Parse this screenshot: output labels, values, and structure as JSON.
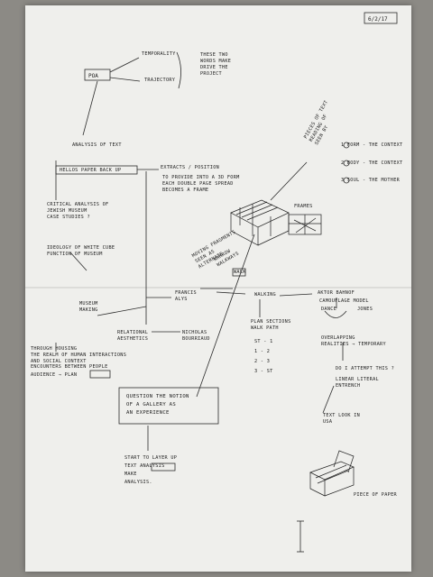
{
  "date": "6/2/17",
  "poa": "POA",
  "temporality": "TEMPORALITY",
  "trajectory": "TRAJECTORY",
  "these_two_note": "THESE TWO\nWORDS MAKE\nDRIVE THE\nPROJECT",
  "analysis_of_text": "ANALYSIS OF TEXT",
  "hellos_paper": "HELLOS PAPER BACK UP",
  "extracts_position": "EXTRACTS / POSITION",
  "to_provide": "TO PROVIDE INTO A 3D FORM\nEACH DOUBLE PAGE SPREAD\nBECOMES A FRAME",
  "critical_analysis": "CRITICAL ANALYSIS OF\nJEWISH MUSEUM\nCASE STUDIES ?",
  "ideology": "IDEOLOGY OF WHITE CUBE\nFUNCTION OF MUSEUM",
  "museum_making": "MUSEUM\nMAKING",
  "pieces_of_text": "PIECES OF TEXT\nREADING OF\nSEEN BY",
  "list_1": "1  FORM - THE CONTEXT",
  "list_2": "2  BODY - THE CONTEXT",
  "list_3": "3  SOUL - THE MOTHER",
  "frames": "FRAMES",
  "moving_fragments": "MOVING FRAGMENTS\nSEEN AS\nALTERNATE",
  "narrow_walk": "NARROW\nWALKWAYS",
  "francis_alys": "FRANCIS\nALYS",
  "walk": "WALK",
  "walking": "WALKING",
  "aktor_bahnof": "AKTOR BAHNOF",
  "camouflage_model": "CAMOUFLAGE MODEL",
  "jones": "JONES",
  "dance": "DANCE",
  "plan_sections": "PLAN SECTIONS\nWALK PATH",
  "st_rows": "ST  -  1\n1  -  2\n2  -  3\n3  -  ST",
  "overlapping": "OVERLAPPING\nREALITIES → TEMPORARY",
  "do_i_attempt": "DO I ATTEMPT THIS ?",
  "linear_literal": "LINEAR   LITERAL\n           ENTRENCH",
  "text_look": "TEXT LOOK IN\nUSA",
  "relational": "RELATIONAL\nAESTHETICS",
  "nicholas": "NICHOLAS\nBOURRIAUD",
  "through_housing": "THROUGH HOUSING\nTHE REALM OF HUMAN INTERACTIONS\nAND SOCIAL CONTEXT",
  "encounters": "ENCOUNTERS BETWEEN PEOPLE",
  "audience_plan": "AUDIENCE → PLAN",
  "question_notion": "QUESTION THE NOTION\nOF A GALLERY AS\nAN EXPERIENCE",
  "start_layer": "START TO LAYER UP\nTEXT ANALYSIS\nMAKE\nANALYSIS.",
  "piece_of_paper": "PIECE OF PAPER"
}
